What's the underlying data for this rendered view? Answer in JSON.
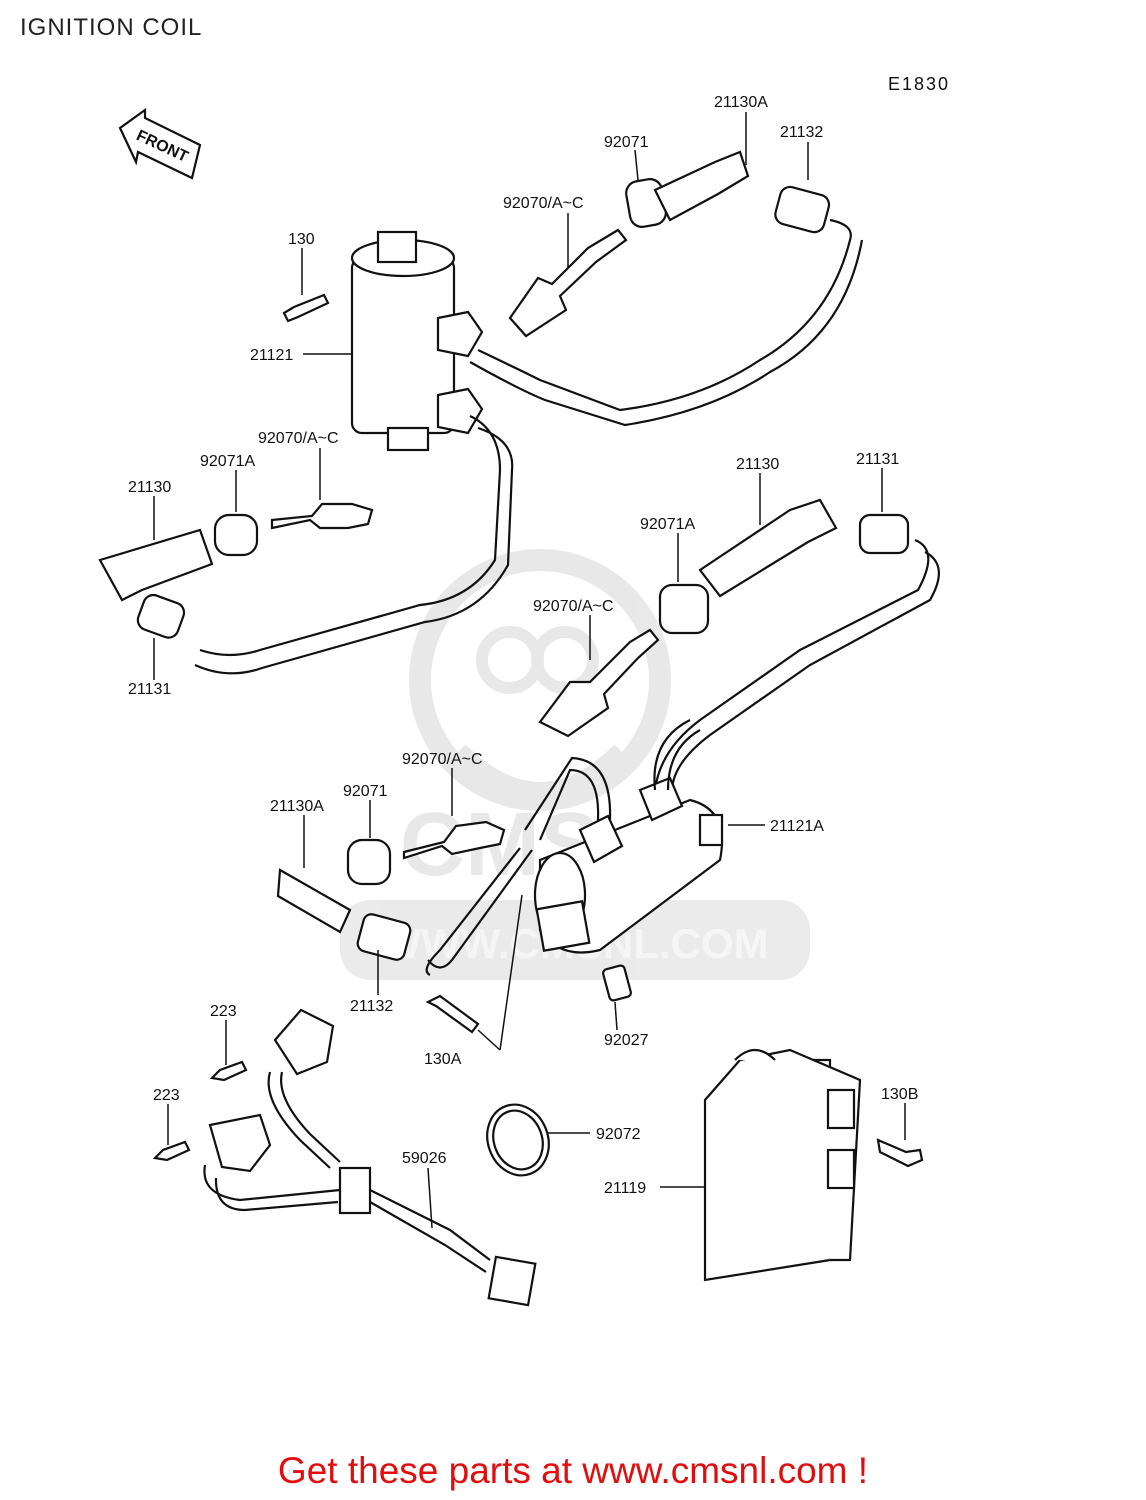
{
  "title": "IGNITION COIL",
  "drawing_code": "E1830",
  "front_arrow": "FRONT",
  "watermark_text": "WWW.CMSNL.COM",
  "footer": "Get these parts at www.cmsnl.com !",
  "callouts": {
    "c_21130A_top": "21130A",
    "c_92071_top": "92071",
    "c_21132_top": "21132",
    "c_92070_top": "92070/A~C",
    "c_130": "130",
    "c_21121": "21121",
    "c_92070_left": "92070/A~C",
    "c_92071A_left": "92071A",
    "c_21130_left": "21130",
    "c_21131_left": "21131",
    "c_21130_right": "21130",
    "c_21131_right": "21131",
    "c_92071A_right": "92071A",
    "c_92070_right": "92070/A~C",
    "c_92070_mid": "92070/A~C",
    "c_92071_mid": "92071",
    "c_21130A_mid": "21130A",
    "c_21121A": "21121A",
    "c_21132_mid": "21132",
    "c_92027": "92027",
    "c_130A": "130A",
    "c_223_a": "223",
    "c_223_b": "223",
    "c_130B": "130B",
    "c_92072": "92072",
    "c_59026": "59026",
    "c_21119": "21119"
  }
}
